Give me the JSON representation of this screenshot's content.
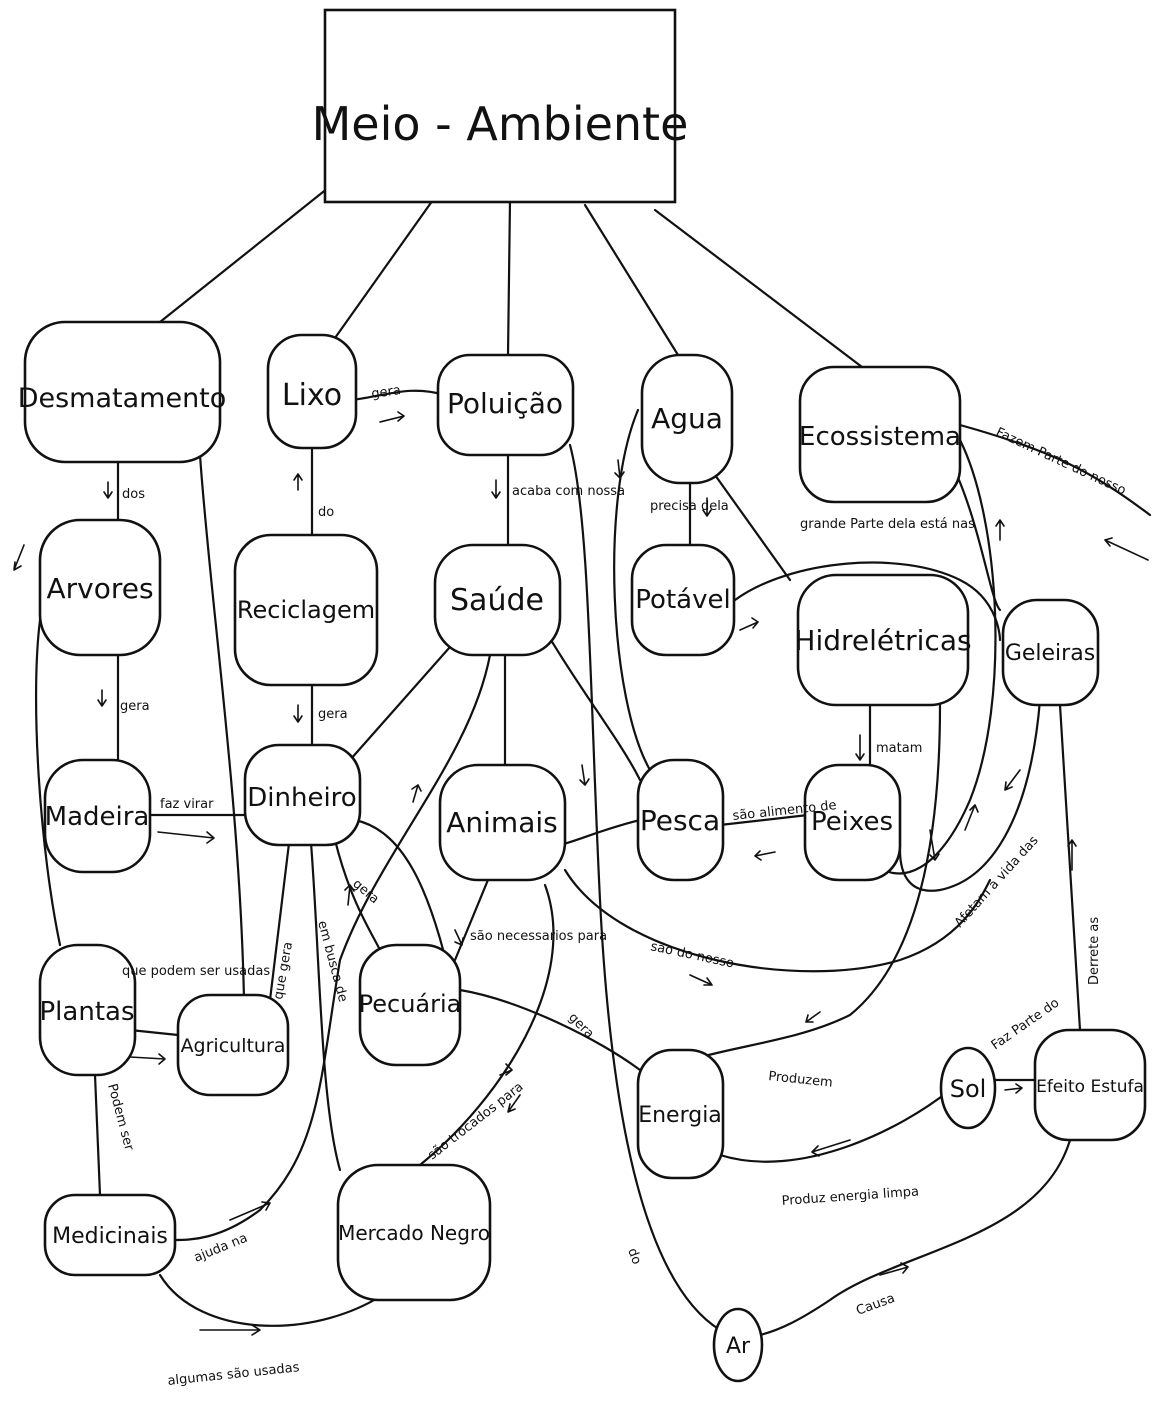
{
  "title": "Meio - Ambiente",
  "nodes": {
    "desmatamento": "Desmatamento",
    "lixo": "Lixo",
    "poluicao": "Poluição",
    "agua": "Agua",
    "ecossistema": "Ecossistema",
    "arvores": "Arvores",
    "reciclagem": "Reciclagem",
    "saude": "Saúde",
    "potavel": "Potável",
    "hidreletricas": "Hidrelétricas",
    "geleiras": "Geleiras",
    "madeira": "Madeira",
    "dinheiro": "Dinheiro",
    "animais": "Animais",
    "pesca": "Pesca",
    "peixes": "Peixes",
    "plantas": "Plantas",
    "agricultura": "Agricultura",
    "pecuaria": "Pecuária",
    "energia": "Energia",
    "sol": "Sol",
    "efeito_estufa": "Efeito Estufa",
    "medicinais": "Medicinais",
    "mercado_negro": "Mercado Negro",
    "ar": "Ar"
  },
  "links": {
    "gera_lixo": "gera",
    "dos": "dos",
    "do": "do",
    "acaba_com": "acaba com nossa",
    "precisa": "precisa dela",
    "fazem_parte": "Fazem Parte do nosso",
    "grande_parte": "grande Parte dela está nas",
    "gera_arvores": "gera",
    "gera_reciclagem": "gera",
    "matam": "matam",
    "sao_alimento": "são alimento de",
    "afetam": "Afetam a vida das",
    "derrete": "Derrete as",
    "faz_parte_do": "Faz Parte do",
    "produzem": "Produzem",
    "produz_energia": "Produz energia limpa",
    "causa": "Causa",
    "ajuda_na": "ajuda na",
    "que_gera": "que gera",
    "em_busca": "em busca de",
    "gera_pecuaria": "gera",
    "sao_necessarios": "são necessarios para",
    "sao_do_nosso": "são do nosso",
    "gera_energia": "gera",
    "sao_trocados": "são trocados para",
    "do_ar": "do",
    "que_podem": "que podem ser usadas",
    "podem_ser": "Podem ser",
    "faz_virar": "faz virar",
    "algumas": "algumas são usadas"
  }
}
